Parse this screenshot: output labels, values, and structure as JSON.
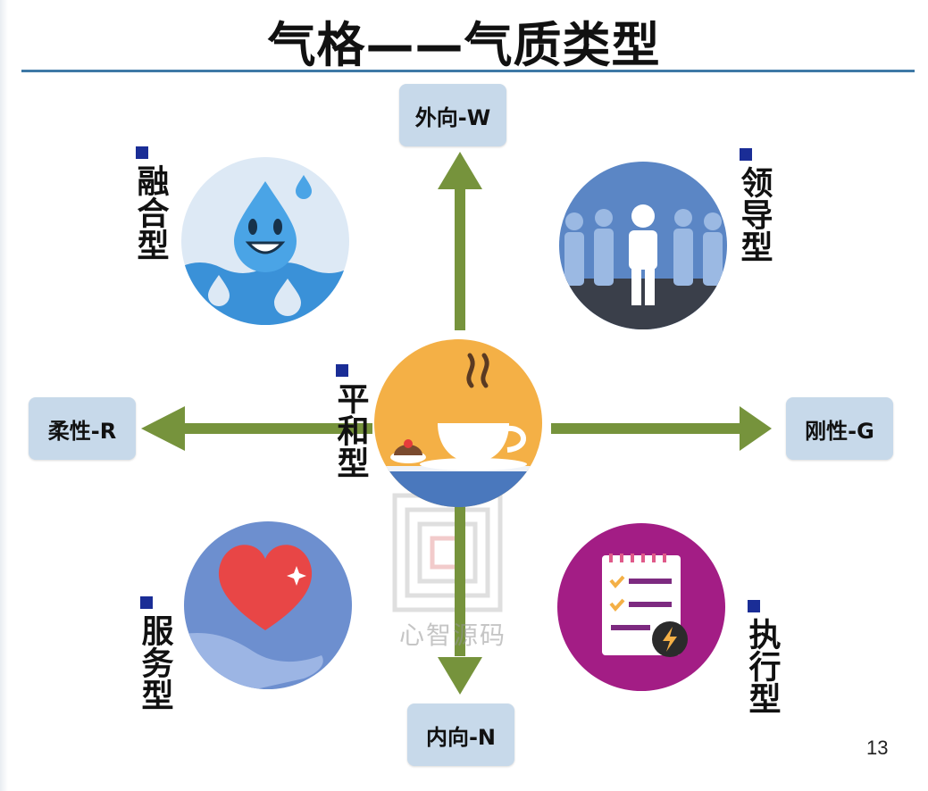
{
  "title": "气格——气质类型",
  "axes": {
    "top": "外向-W",
    "bottom": "内向-N",
    "left": "柔性-R",
    "right": "刚性-G"
  },
  "types": {
    "top_left": "融合型",
    "top_right": "领导型",
    "center": "平和型",
    "bottom_left": "服务型",
    "bottom_right": "执行型"
  },
  "watermark": "心智源码",
  "page_number": "13",
  "colors": {
    "arrow": "#76933c",
    "axis_box": "#c7d9ea",
    "title_rule": "#3e79a6",
    "bullet": "#1a2d96",
    "circle_water": "#dde9f5",
    "circle_leader": "#5b86c5",
    "circle_calm": "#f4b046",
    "circle_service": "#6d8fcf",
    "circle_execute": "#a31d85"
  },
  "icons": {
    "top_left": "water-drop-icon",
    "top_right": "leader-crowd-icon",
    "center": "coffee-cup-icon",
    "bottom_left": "heart-in-hand-icon",
    "bottom_right": "checklist-lightning-icon"
  }
}
